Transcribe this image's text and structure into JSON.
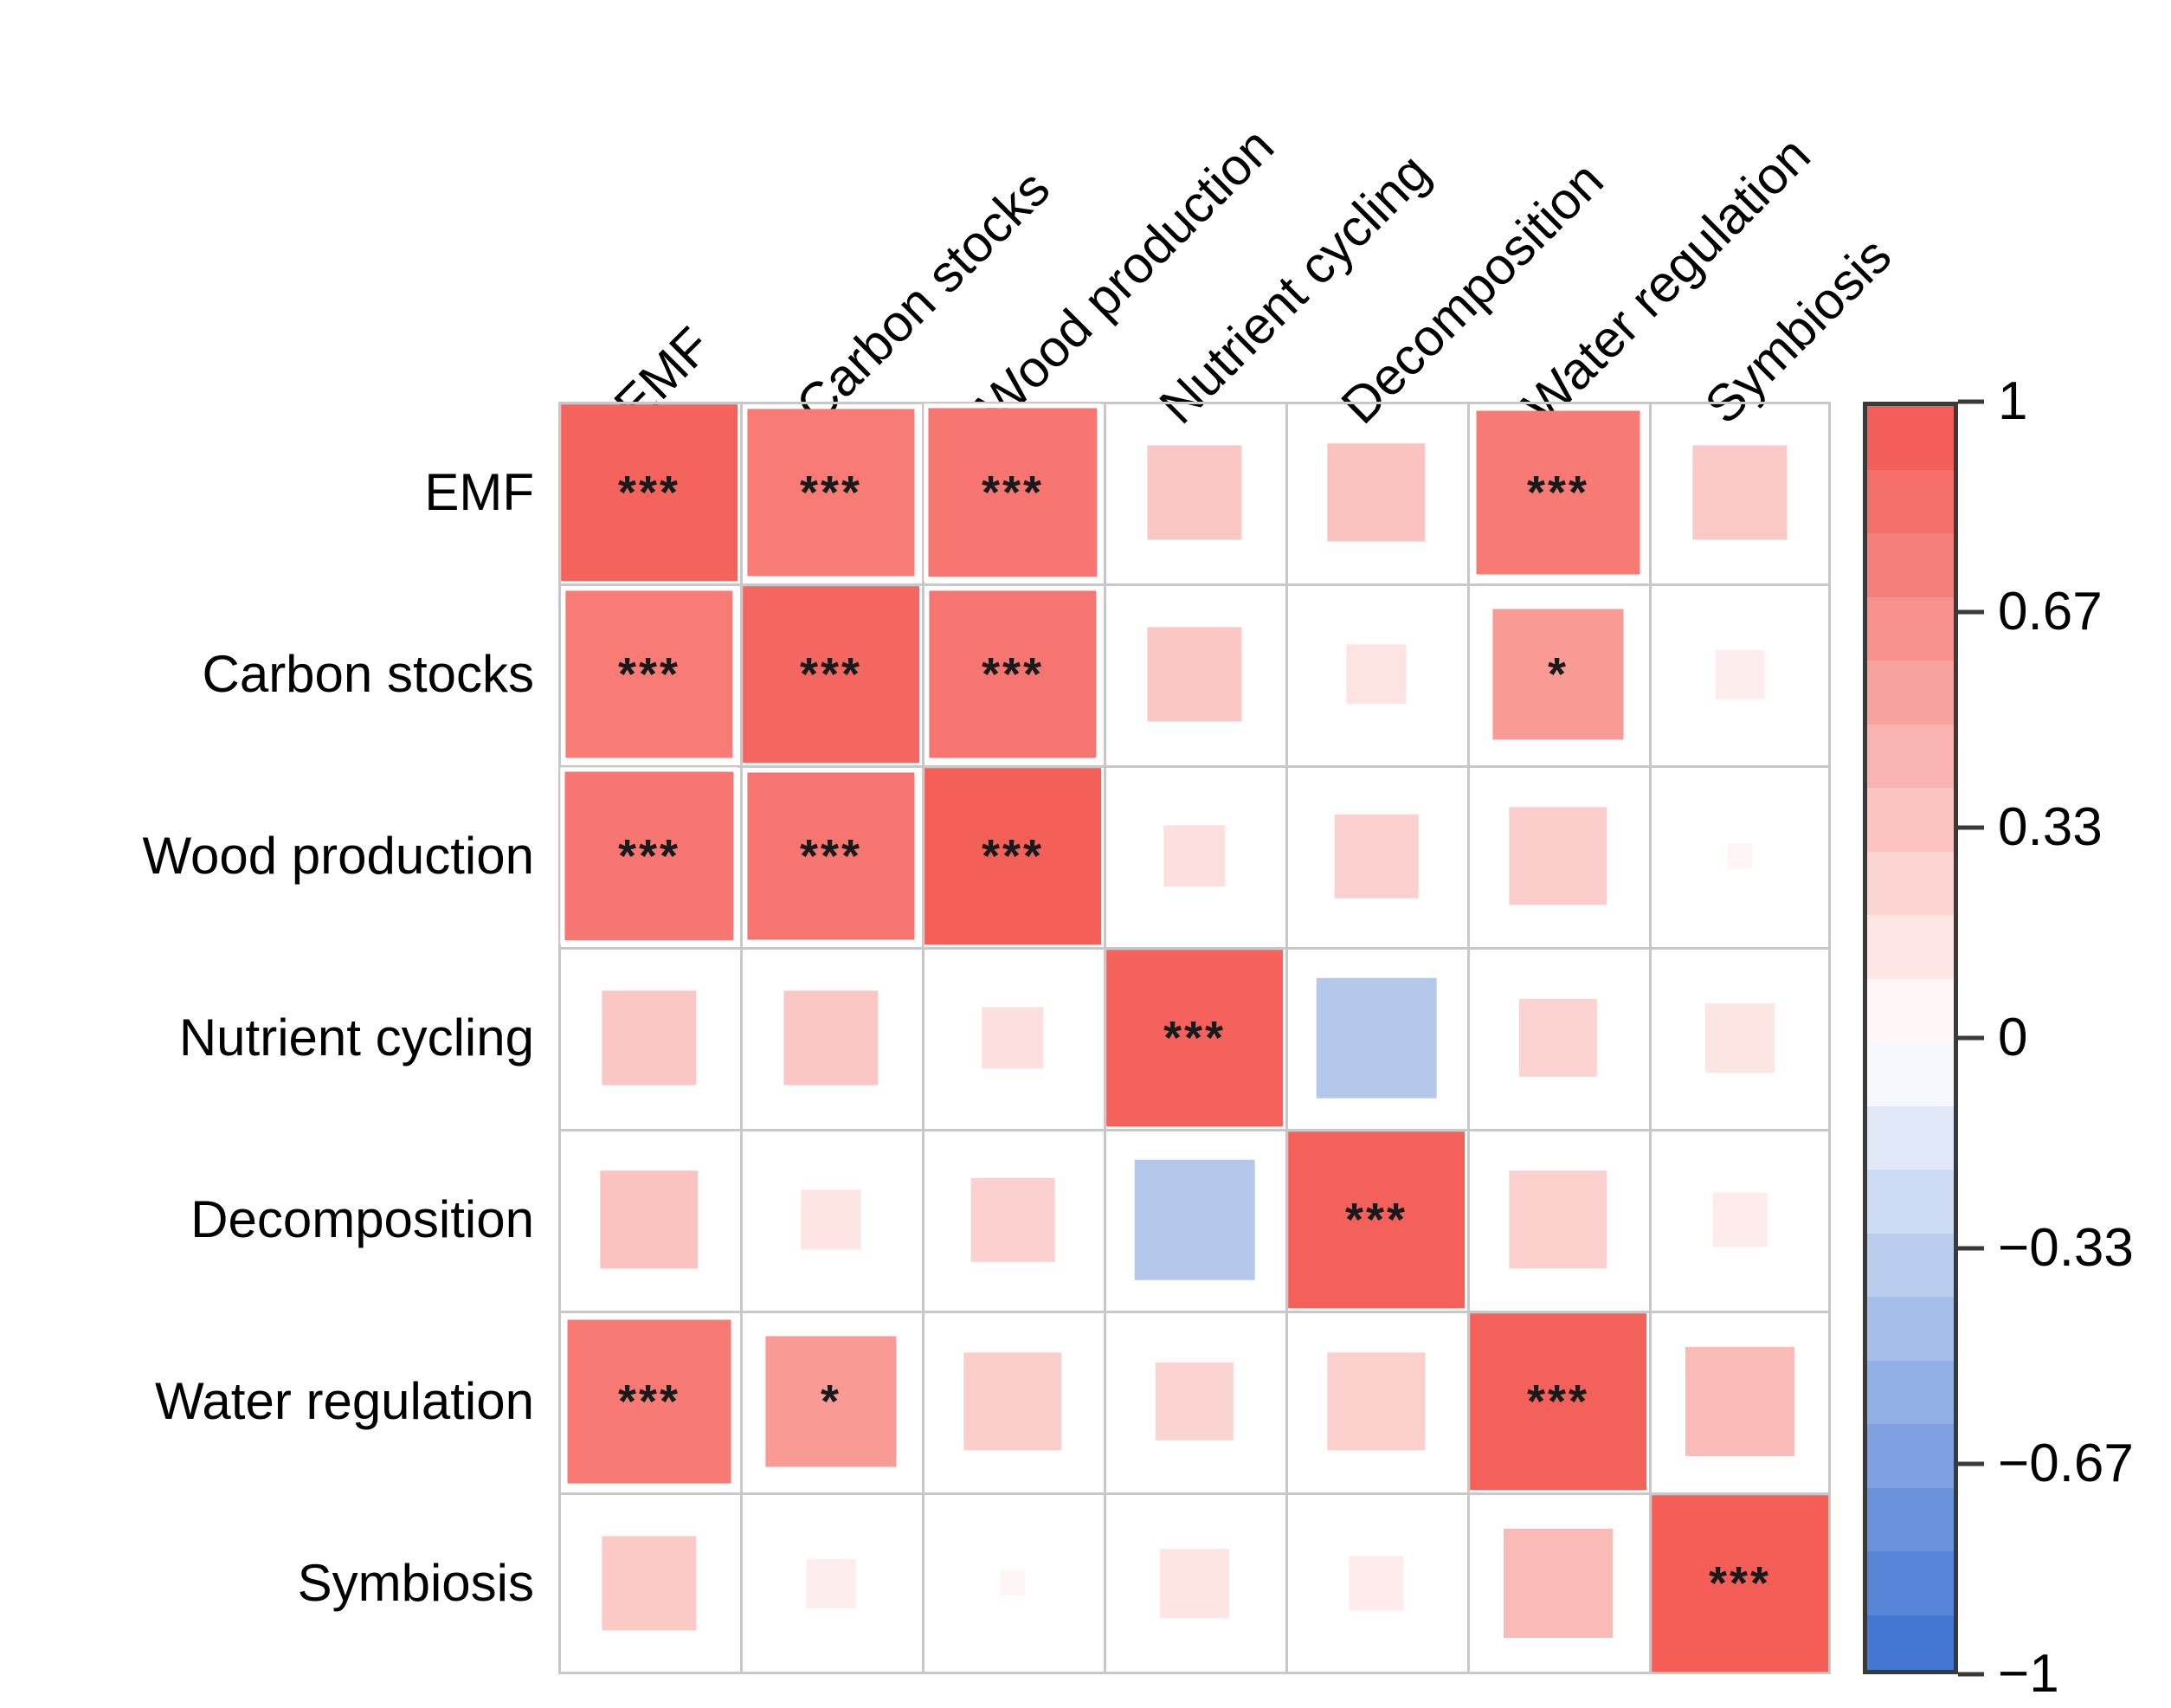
{
  "chart_data": {
    "type": "heatmap",
    "title": "",
    "subtitle": "",
    "xlabel": "",
    "ylabel": "",
    "grid": true,
    "legend_position": "right",
    "categories": [
      "EMF",
      "Carbon stocks",
      "Wood production",
      "Nutrient cycling",
      "Decomposition",
      "Water regulation",
      "Symbiosis"
    ],
    "row_labels": [
      "EMF",
      "Carbon stocks",
      "Wood production",
      "Nutrient cycling",
      "Decomposition",
      "Water regulation",
      "Symbiosis"
    ],
    "col_labels": [
      "EMF",
      "Carbon stocks",
      "Wood production",
      "Nutrient cycling",
      "Decomposition",
      "Water regulation",
      "Symbiosis"
    ],
    "zlim": [
      -1,
      1
    ],
    "colorbar": {
      "ticks": [
        1,
        0.67,
        0.33,
        0,
        -0.33,
        -0.67,
        -1
      ],
      "tick_labels": [
        "1",
        "0.67",
        "0.33",
        "0",
        "−0.33",
        "−0.67",
        "−1"
      ],
      "high_color": "#f2564f",
      "mid_color": "#ffffff",
      "low_color": "#3a6fd1"
    },
    "significance_key": {
      "three_stars": "***",
      "two_stars": "**",
      "one_star": "*"
    },
    "values": [
      [
        0.92,
        0.83,
        0.86,
        0.3,
        0.32,
        0.8,
        0.3
      ],
      [
        0.83,
        0.91,
        0.84,
        0.29,
        0.14,
        0.55,
        0.09
      ],
      [
        0.86,
        0.84,
        0.93,
        0.14,
        0.25,
        0.33,
        0.05
      ],
      [
        0.3,
        0.29,
        0.14,
        0.95,
        -0.5,
        0.22,
        0.18
      ],
      [
        0.32,
        0.14,
        0.25,
        -0.5,
        0.95,
        0.33,
        0.13
      ],
      [
        0.8,
        0.55,
        0.33,
        0.22,
        0.33,
        0.94,
        0.4
      ],
      [
        0.3,
        0.09,
        0.05,
        0.18,
        0.13,
        0.4,
        0.96
      ]
    ],
    "significance": [
      [
        "***",
        "***",
        "***",
        "",
        "",
        "***",
        ""
      ],
      [
        "***",
        "***",
        "***",
        "",
        "",
        "*",
        ""
      ],
      [
        "***",
        "***",
        "***",
        "",
        "",
        "",
        ""
      ],
      [
        "",
        "",
        "",
        "***",
        "",
        "",
        ""
      ],
      [
        "",
        "",
        "",
        "",
        "***",
        "",
        ""
      ],
      [
        "***",
        "*",
        "",
        "",
        "",
        "***",
        ""
      ],
      [
        "",
        "",
        "",
        "",
        "",
        "",
        "***"
      ]
    ],
    "cell_colors": [
      [
        "#f4635c",
        "#f87b75",
        "#f77671",
        "#fac7c4",
        "#fac3c0",
        "#f87a74",
        "#fac9c6"
      ],
      [
        "#f87b75",
        "#f46761",
        "#f77570",
        "#fac7c4",
        "#fde3e1",
        "#f99a95",
        "#fdeeed"
      ],
      [
        "#f77671",
        "#f77570",
        "#f45f58",
        "#fde0de",
        "#fbd0ce",
        "#fbcecb",
        "#fef5f4"
      ],
      [
        "#fac7c4",
        "#fac7c4",
        "#fde0de",
        "#f4625b",
        "#b4c8ec",
        "#fbd4d2",
        "#fde5e3"
      ],
      [
        "#fac3c0",
        "#fde3e1",
        "#fbd0ce",
        "#b4c8ec",
        "#f4615a",
        "#fbcfcc",
        "#fdeceb"
      ],
      [
        "#f87a74",
        "#f99a95",
        "#fbcecb",
        "#fbd4d2",
        "#fbcfcc",
        "#f4615a",
        "#fabbb7"
      ],
      [
        "#fac9c6",
        "#fdeeed",
        "#fef5f4",
        "#fde5e3",
        "#fdeceb",
        "#fabbb7",
        "#f45e57"
      ]
    ],
    "cell_size_fraction": [
      [
        0.97,
        0.92,
        0.93,
        0.52,
        0.54,
        0.9,
        0.52
      ],
      [
        0.92,
        0.97,
        0.92,
        0.52,
        0.33,
        0.72,
        0.27
      ],
      [
        0.93,
        0.92,
        0.97,
        0.34,
        0.46,
        0.54,
        0.14
      ],
      [
        0.52,
        0.52,
        0.34,
        0.97,
        0.66,
        0.43,
        0.38
      ],
      [
        0.54,
        0.33,
        0.46,
        0.66,
        0.97,
        0.54,
        0.3
      ],
      [
        0.9,
        0.72,
        0.54,
        0.43,
        0.54,
        0.97,
        0.6
      ],
      [
        0.52,
        0.27,
        0.14,
        0.38,
        0.3,
        0.6,
        0.97
      ]
    ],
    "highlighted_cells": [
      {
        "row": 0,
        "col": 2
      },
      {
        "row": 2,
        "col": 0
      }
    ]
  }
}
